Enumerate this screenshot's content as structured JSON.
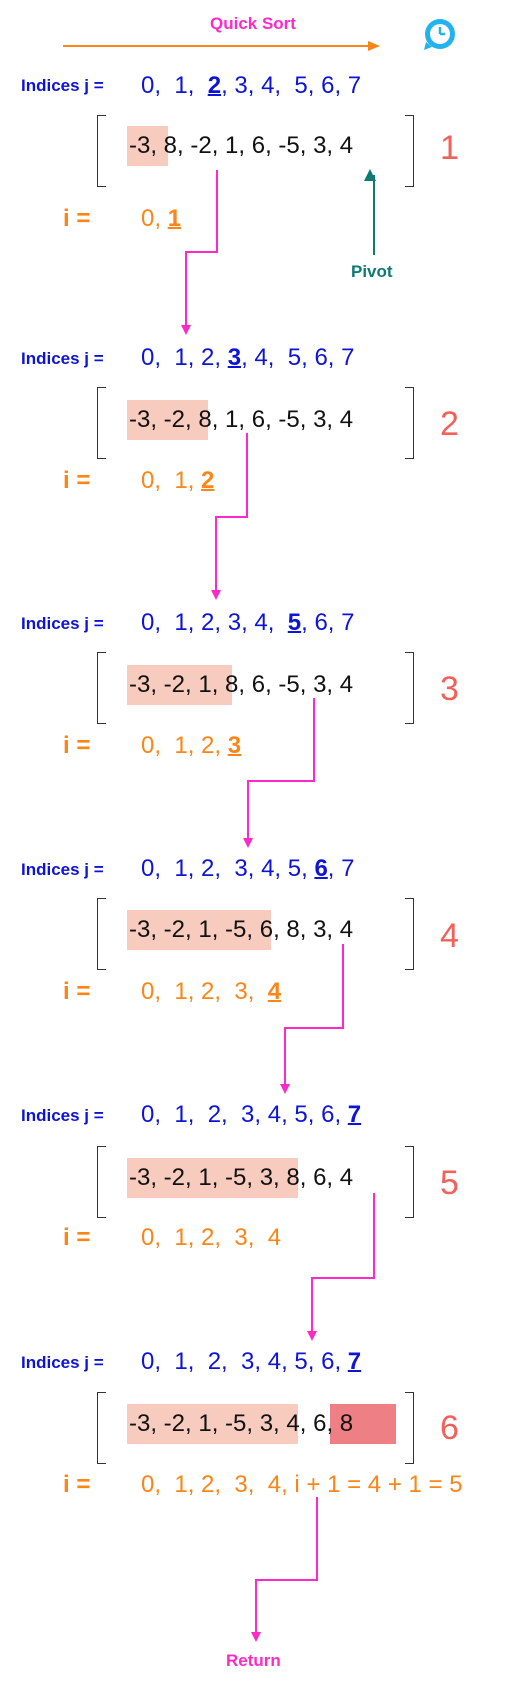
{
  "title": "Quick Sort",
  "labels": {
    "indices": "Indices j =",
    "i": "i =",
    "pivot": "Pivot",
    "return": "Return"
  },
  "colors": {
    "title": "#ff29c8",
    "indices": "#0d14d8",
    "i_values": "#fb8516",
    "step_number": "#f2605a",
    "pivot": "#0c7b72",
    "highlight": "#f7cbbd",
    "highlight_red": "#ee7f84",
    "arrow": "#ff29c8",
    "header_arrow": "#fb8516"
  },
  "icon": "clock-refresh-icon",
  "steps": [
    {
      "number": "1",
      "j": {
        "pre": "0,  1,  ",
        "u": "2",
        "post": ", 3, 4,  5, 6, 7"
      },
      "arr": {
        "hl": "-3,",
        "rest": " 8, -2, 1, 6, -5, 3, 4",
        "red": ""
      },
      "i": {
        "pre": "0, ",
        "u": "1",
        "post": ""
      }
    },
    {
      "number": "2",
      "j": {
        "pre": "0,  1, 2, ",
        "u": "3",
        "post": ", 4,  5, 6, 7"
      },
      "arr": {
        "hl": "-3, -2,",
        "rest": " 8, 1, 6, -5, 3, 4",
        "red": ""
      },
      "i": {
        "pre": "0,  1, ",
        "u": "2",
        "post": ""
      }
    },
    {
      "number": "3",
      "j": {
        "pre": "0,  1, 2, 3, 4,  ",
        "u": "5",
        "post": ", 6, 7"
      },
      "arr": {
        "hl": "-3, -2, 1,",
        "rest": " 8, 6, -5, 3, 4",
        "red": ""
      },
      "i": {
        "pre": "0,  1, 2, ",
        "u": "3",
        "post": ""
      }
    },
    {
      "number": "4",
      "j": {
        "pre": "0,  1, 2,  3, 4, 5, ",
        "u": "6",
        "post": ", 7"
      },
      "arr": {
        "hl": "-3, -2, 1, -5,",
        "rest": " 6, 8, 3, 4",
        "red": ""
      },
      "i": {
        "pre": "0,  1, 2,  3,  ",
        "u": "4",
        "post": ""
      }
    },
    {
      "number": "5",
      "j": {
        "pre": "0,  1,  2,  3, 4, 5, 6, ",
        "u": "7",
        "post": ""
      },
      "arr": {
        "hl": "-3, -2, 1, -5, 3,",
        "rest": " 8, 6, 4",
        "red": ""
      },
      "i": {
        "pre": "0,  1, 2,  3,  4",
        "u": "",
        "post": ""
      }
    },
    {
      "number": "6",
      "j": {
        "pre": "0,  1,  2,  3, 4, 5, 6, ",
        "u": "7",
        "post": ""
      },
      "arr": {
        "hl": "-3, -2, 1, -5, 3,",
        "rest": " 4, ",
        "red": "6, 8"
      },
      "i": {
        "pre": "0,  1, 2,  3,  4, i + 1 = 4 + 1 = 5",
        "u": "",
        "post": ""
      }
    }
  ]
}
